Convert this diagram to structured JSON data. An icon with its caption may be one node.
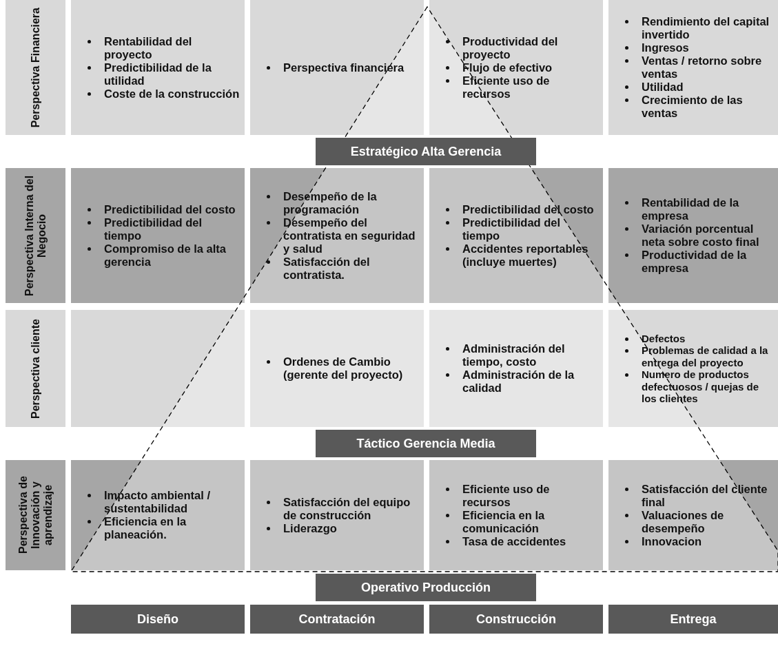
{
  "diagram": {
    "nodes": [
      {
        "text": [
          "Perspectiva Financiera"
        ]
      },
      {
        "text": [
          "Rentabilidad del proyecto",
          "Predictibilidad de la utilidad",
          "Coste de la construcción"
        ]
      },
      {
        "text": [
          "Perspectiva financiera"
        ]
      },
      {
        "text": [
          "Productividad del proyecto",
          "Flujo de efectivo",
          "Eficiente uso de recursos"
        ]
      },
      {
        "text": [
          "Rendimiento del capital invertido",
          "Ingresos",
          "Ventas / retorno sobre ventas",
          "Utilidad",
          "Crecimiento de las ventas"
        ]
      },
      {
        "text": [
          "Estratégico Alta Gerencia"
        ]
      },
      {
        "text": [
          "Perspectiva Interna del Negocio"
        ]
      },
      {
        "text": [
          "Predictibilidad del costo",
          "Predictibilidad del tiempo",
          "Compromiso de la alta gerencia"
        ]
      },
      {
        "text": [
          "Desempeño de la programación",
          "Desempeño del contratista en seguridad y salud",
          "Satisfacción del contratista."
        ]
      },
      {
        "text": [
          "Predictibilidad del costo",
          "Predictibilidad del tiempo",
          "Accidentes reportables (incluye muertes)"
        ]
      },
      {
        "text": [
          "Rentabilidad de la empresa",
          "Variación porcentual neta sobre costo final",
          "Productividad de la empresa"
        ]
      },
      {
        "text": [
          "Perspectiva cliente"
        ]
      },
      {
        "text": [],
        "shape": "box"
      },
      {
        "text": [
          "Ordenes de Cambio (gerente del proyecto)"
        ]
      },
      {
        "text": [
          "Administración del tiempo, costo",
          "Administración de la calidad"
        ]
      },
      {
        "text": [
          "Defectos",
          "Problemas de calidad a la entrega del proyecto",
          "Numero de productos defectuosos / quejas de los clientes"
        ]
      },
      {
        "text": [
          "Táctico Gerencia Media"
        ]
      },
      {
        "text": [
          "Perspectiva de Innovación y aprendizaje"
        ]
      },
      {
        "text": [
          "Impacto ambiental / sustentabilidad",
          "Eficiencia en la planeación."
        ]
      },
      {
        "text": [
          "Satisfacción del equipo de construcción",
          "Liderazgo"
        ]
      },
      {
        "text": [
          "Eficiente uso de recursos",
          "Eficiencia en la comunicación",
          "Tasa de accidentes"
        ]
      },
      {
        "text": [
          "Satisfacción del cliente final",
          "Valuaciones de desempeño",
          "Innovacion"
        ]
      },
      {
        "text": [
          "Operativo Producción"
        ]
      },
      {
        "text": [
          "Diseño"
        ]
      },
      {
        "text": [
          "Contratación"
        ]
      },
      {
        "text": [
          "Construcción"
        ]
      },
      {
        "text": [
          "Entrega"
        ]
      }
    ]
  }
}
